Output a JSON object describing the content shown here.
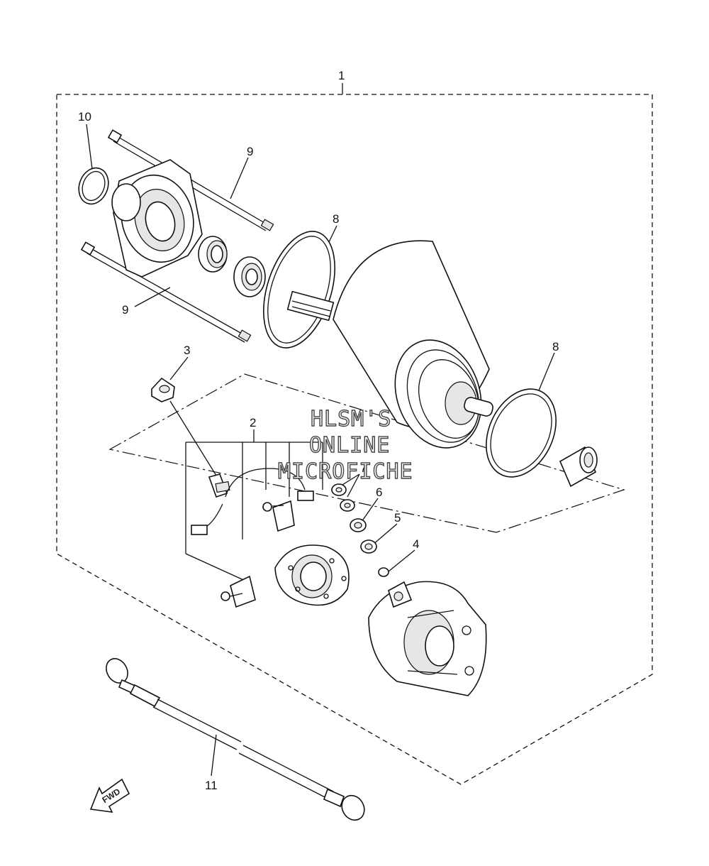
{
  "diagram": {
    "callouts": [
      {
        "id": "c1",
        "label": "1"
      },
      {
        "id": "c2",
        "label": "2"
      },
      {
        "id": "c3",
        "label": "3"
      },
      {
        "id": "c4",
        "label": "4"
      },
      {
        "id": "c5",
        "label": "5"
      },
      {
        "id": "c6",
        "label": "6"
      },
      {
        "id": "c7",
        "label": "7"
      },
      {
        "id": "c8a",
        "label": "8"
      },
      {
        "id": "c8b",
        "label": "8"
      },
      {
        "id": "c9a",
        "label": "9"
      },
      {
        "id": "c9b",
        "label": "9"
      },
      {
        "id": "c10",
        "label": "10"
      },
      {
        "id": "c11",
        "label": "11"
      }
    ],
    "watermark": [
      "HLSM'S",
      "ONLINE",
      "MICROFICHE"
    ],
    "fwd_label": "FWD"
  }
}
